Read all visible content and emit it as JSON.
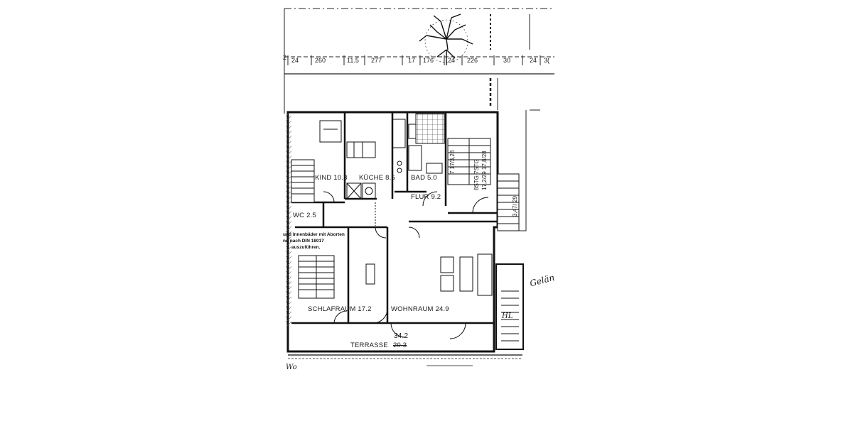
{
  "dimensions": [
    "2",
    "24",
    "260",
    "11.5",
    "277",
    "17",
    "176",
    "24",
    "226",
    "30",
    "24",
    "3("
  ],
  "rooms": {
    "kind": "KIND 10.3",
    "kueche": "KÜCHE 8.5",
    "bad": "BAD 5.0",
    "flur": "FLUR 9.2",
    "wc": "WC 2.5",
    "schlafraum": "SCHLAFRAUM 17.2",
    "wohnraum": "WOHNRAUM 24.9",
    "terrasse": "TERRASSE",
    "terrasse_area_old": "20.3",
    "terrasse_area_new": "34.2"
  },
  "stair_labels": {
    "s1": "7 17/3,28",
    "s2": "8STG 7STG",
    "s3": "17,2/29 17,8/28",
    "s4": "3,47/ 29"
  },
  "note": {
    "line1": "und Innenbäder mit Aborten",
    "line2": "nd nach DIN 18017",
    "line3": "auszuführen."
  },
  "handwriting": {
    "right": "Gelän",
    "bottom": "Wo",
    "hl": "HL"
  },
  "colors": {
    "ink": "#1a1a1a",
    "paper": "#ffffff"
  }
}
